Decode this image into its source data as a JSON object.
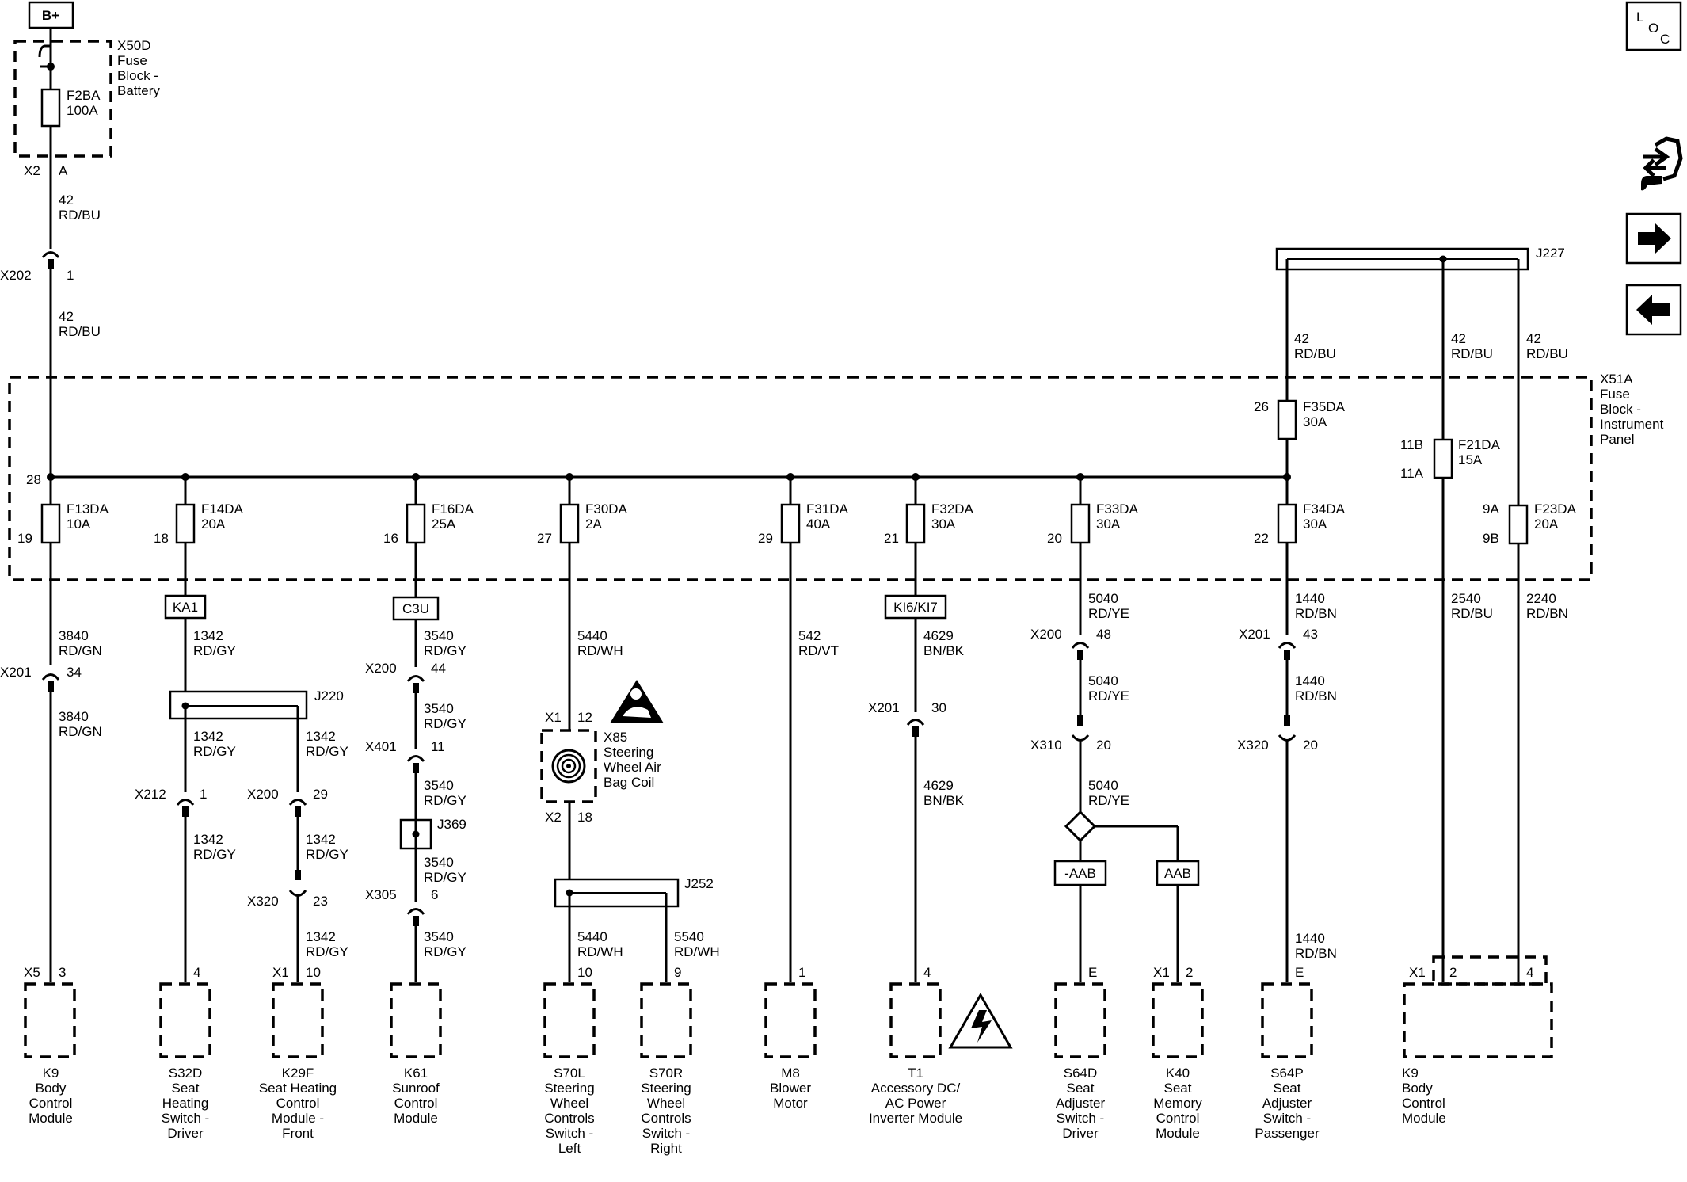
{
  "power": {
    "source": "B+",
    "loc": [
      "L",
      "O",
      "C"
    ]
  },
  "fuse_block_battery": {
    "id": "X50D",
    "lines": [
      "Fuse",
      "Block -",
      "Battery"
    ],
    "fuse": "F2BA",
    "rating": "100A",
    "conn": "X2",
    "pin": "A"
  },
  "feed_wire": {
    "circuit": "42",
    "color": "RD/BU"
  },
  "x202": {
    "id": "X202",
    "pin": "1"
  },
  "fuse_block_ip": {
    "id": "X51A",
    "lines": [
      "Fuse",
      "Block -",
      "Instrument",
      "Panel"
    ],
    "bus_pin": "28"
  },
  "j227": {
    "id": "J227",
    "wires": [
      {
        "circuit": "42",
        "color": "RD/BU"
      },
      {
        "circuit": "42",
        "color": "RD/BU"
      },
      {
        "circuit": "42",
        "color": "RD/BU"
      }
    ]
  },
  "f35da": {
    "name": "F35DA",
    "rating": "30A",
    "pin": "26"
  },
  "f21da": {
    "name": "F21DA",
    "rating": "15A",
    "pin_in": "11B",
    "pin_out": "11A"
  },
  "f23da": {
    "name": "F23DA",
    "rating": "20A",
    "pin_in": "9A",
    "pin_out": "9B"
  },
  "branches": [
    {
      "fuse": "F13DA",
      "rating": "10A",
      "pin": "19",
      "wire": {
        "circuit": "3840",
        "color": "RD/GN"
      }
    },
    {
      "fuse": "F14DA",
      "rating": "20A",
      "pin": "18",
      "option": "KA1",
      "wire": {
        "circuit": "1342",
        "color": "RD/GY"
      }
    },
    {
      "fuse": "F16DA",
      "rating": "25A",
      "pin": "16",
      "option": "C3U",
      "wire": {
        "circuit": "3540",
        "color": "RD/GY"
      }
    },
    {
      "fuse": "F30DA",
      "rating": "2A",
      "pin": "27",
      "wire": {
        "circuit": "5440",
        "color": "RD/WH"
      }
    },
    {
      "fuse": "F31DA",
      "rating": "40A",
      "pin": "29",
      "wire": {
        "circuit": "542",
        "color": "RD/VT"
      }
    },
    {
      "fuse": "F32DA",
      "rating": "30A",
      "pin": "21",
      "option": "KI6/KI7",
      "wire": {
        "circuit": "4629",
        "color": "BN/BK"
      }
    },
    {
      "fuse": "F33DA",
      "rating": "30A",
      "pin": "20",
      "wire": {
        "circuit": "5040",
        "color": "RD/YE"
      }
    },
    {
      "fuse": "F34DA",
      "rating": "30A",
      "pin": "22",
      "wire": {
        "circuit": "1440",
        "color": "RD/BN"
      }
    }
  ],
  "wires": {
    "w_3840_b": {
      "circuit": "3840",
      "color": "RD/GN"
    },
    "w_1342_a": {
      "circuit": "1342",
      "color": "RD/GY"
    },
    "w_1342_b": {
      "circuit": "1342",
      "color": "RD/GY"
    },
    "w_1342_c": {
      "circuit": "1342",
      "color": "RD/GY"
    },
    "w_1342_d": {
      "circuit": "1342",
      "color": "RD/GY"
    },
    "w_1342_e": {
      "circuit": "1342",
      "color": "RD/GY"
    },
    "w_3540_b": {
      "circuit": "3540",
      "color": "RD/GY"
    },
    "w_3540_c": {
      "circuit": "3540",
      "color": "RD/GY"
    },
    "w_3540_d": {
      "circuit": "3540",
      "color": "RD/GY"
    },
    "w_3540_e": {
      "circuit": "3540",
      "color": "RD/GY"
    },
    "w_5440_b": {
      "circuit": "5440",
      "color": "RD/WH"
    },
    "w_5540": {
      "circuit": "5540",
      "color": "RD/WH"
    },
    "w_4629_b": {
      "circuit": "4629",
      "color": "BN/BK"
    },
    "w_5040_b": {
      "circuit": "5040",
      "color": "RD/YE"
    },
    "w_5040_c": {
      "circuit": "5040",
      "color": "RD/YE"
    },
    "w_1440_b": {
      "circuit": "1440",
      "color": "RD/BN"
    },
    "w_1440_c": {
      "circuit": "1440",
      "color": "RD/BN"
    },
    "w_2540": {
      "circuit": "2540",
      "color": "RD/BU"
    },
    "w_2240": {
      "circuit": "2240",
      "color": "RD/BN"
    }
  },
  "inline_connectors": {
    "x201_34": {
      "id": "X201",
      "pin": "34"
    },
    "x212_1": {
      "id": "X212",
      "pin": "1"
    },
    "x200_29": {
      "id": "X200",
      "pin": "29"
    },
    "x320_23": {
      "id": "X320",
      "pin": "23"
    },
    "x200_44": {
      "id": "X200",
      "pin": "44"
    },
    "x401_11": {
      "id": "X401",
      "pin": "11"
    },
    "x305_6": {
      "id": "X305",
      "pin": "6"
    },
    "x201_30": {
      "id": "X201",
      "pin": "30"
    },
    "x200_48": {
      "id": "X200",
      "pin": "48"
    },
    "x310_20": {
      "id": "X310",
      "pin": "20"
    },
    "x201_43": {
      "id": "X201",
      "pin": "43"
    },
    "x320_20": {
      "id": "X320",
      "pin": "20"
    }
  },
  "splices": {
    "j220": "J220",
    "j369": "J369",
    "j252": "J252"
  },
  "airbag_coil": {
    "id": "X85",
    "lines": [
      "Steering",
      "Wheel Air",
      "Bag Coil"
    ],
    "conn_top": "X1",
    "pin_top": "12",
    "conn_bottom": "X2",
    "pin_bottom": "18"
  },
  "options": {
    "neg_aab": "-AAB",
    "aab": "AAB"
  },
  "components": [
    {
      "id": "K9",
      "conn": "X5",
      "pin": "3",
      "lines": [
        "Body",
        "Control",
        "Module"
      ]
    },
    {
      "id": "S32D",
      "conn": "",
      "pin": "4",
      "lines": [
        "Seat",
        "Heating",
        "Switch -",
        "Driver"
      ]
    },
    {
      "id": "K29F",
      "conn": "X1",
      "pin": "10",
      "lines": [
        "Seat Heating",
        "Control",
        "Module -",
        "Front"
      ]
    },
    {
      "id": "K61",
      "conn": "",
      "pin": "",
      "lines": [
        "Sunroof",
        "Control",
        "Module"
      ]
    },
    {
      "id": "S70L",
      "conn": "",
      "pin": "10",
      "lines": [
        "Steering",
        "Wheel",
        "Controls",
        "Switch -",
        "Left"
      ]
    },
    {
      "id": "S70R",
      "conn": "",
      "pin": "9",
      "lines": [
        "Steering",
        "Wheel",
        "Controls",
        "Switch -",
        "Right"
      ]
    },
    {
      "id": "M8",
      "conn": "",
      "pin": "1",
      "lines": [
        "Blower",
        "Motor"
      ]
    },
    {
      "id": "T1",
      "conn": "",
      "pin": "4",
      "lines": [
        "Accessory DC/",
        "AC Power",
        "Inverter Module"
      ]
    },
    {
      "id": "S64D",
      "conn": "",
      "pin": "E",
      "lines": [
        "Seat",
        "Adjuster",
        "Switch -",
        "Driver"
      ]
    },
    {
      "id": "K40",
      "conn": "X1",
      "pin": "2",
      "lines": [
        "Seat",
        "Memory",
        "Control",
        "Module"
      ]
    },
    {
      "id": "S64P",
      "conn": "",
      "pin": "E",
      "lines": [
        "Seat",
        "Adjuster",
        "Switch -",
        "Passenger"
      ]
    },
    {
      "id": "K9",
      "conn": "X1",
      "pin": "2",
      "pin2": "4",
      "lines": [
        "Body",
        "Control",
        "Module"
      ]
    }
  ],
  "nav": {
    "icons": [
      "service-info-icon",
      "next-page-icon",
      "previous-page-icon"
    ]
  }
}
